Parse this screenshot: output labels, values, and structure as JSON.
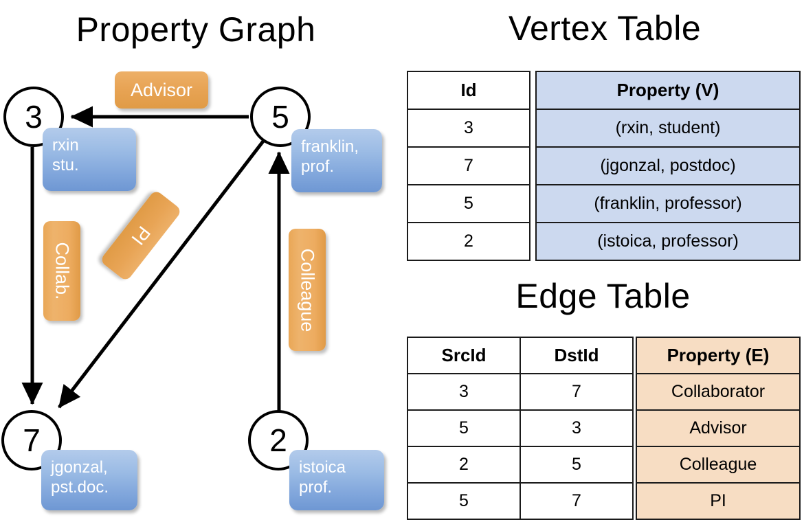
{
  "titles": {
    "property_graph": "Property Graph",
    "vertex_table": "Vertex Table",
    "edge_table": "Edge Table"
  },
  "graph": {
    "vertices": [
      {
        "id": "3",
        "property": "rxin\nstu.",
        "property_line1": "rxin",
        "property_line2": "stu."
      },
      {
        "id": "5",
        "property": "franklin,\nprof.",
        "property_line1": "franklin,",
        "property_line2": "prof."
      },
      {
        "id": "7",
        "property": "jgonzal,\npst.doc.",
        "property_line1": "jgonzal,",
        "property_line2": "pst.doc."
      },
      {
        "id": "2",
        "property": "istoica\nprof.",
        "property_line1": "istoica",
        "property_line2": "prof."
      }
    ],
    "edge_labels": [
      {
        "name": "advisor",
        "label": "Advisor",
        "from": "5",
        "to": "3"
      },
      {
        "name": "collab",
        "label": "Collab.",
        "from": "3",
        "to": "7"
      },
      {
        "name": "pi",
        "label": "PI",
        "from": "5",
        "to": "7"
      },
      {
        "name": "colleague",
        "label": "Colleague",
        "from": "2",
        "to": "5"
      }
    ],
    "colors": {
      "vertex_property_box": "#8fb0e0",
      "edge_label_box": "#e8a455",
      "node_stroke": "#000000",
      "edge_stroke": "#000000"
    }
  },
  "vertex_table": {
    "headers": {
      "id": "Id",
      "property": "Property (V)"
    },
    "rows": [
      {
        "id": "3",
        "property": "(rxin, student)"
      },
      {
        "id": "7",
        "property": "(jgonzal, postdoc)"
      },
      {
        "id": "5",
        "property": "(franklin, professor)"
      },
      {
        "id": "2",
        "property": "(istoica, professor)"
      }
    ],
    "property_cell_color": "#ccd9ef"
  },
  "edge_table": {
    "headers": {
      "src": "SrcId",
      "dst": "DstId",
      "property": "Property (E)"
    },
    "rows": [
      {
        "src": "3",
        "dst": "7",
        "property": "Collaborator"
      },
      {
        "src": "5",
        "dst": "3",
        "property": "Advisor"
      },
      {
        "src": "2",
        "dst": "5",
        "property": "Colleague"
      },
      {
        "src": "5",
        "dst": "7",
        "property": "PI"
      }
    ],
    "property_cell_color": "#f7ddc3"
  }
}
